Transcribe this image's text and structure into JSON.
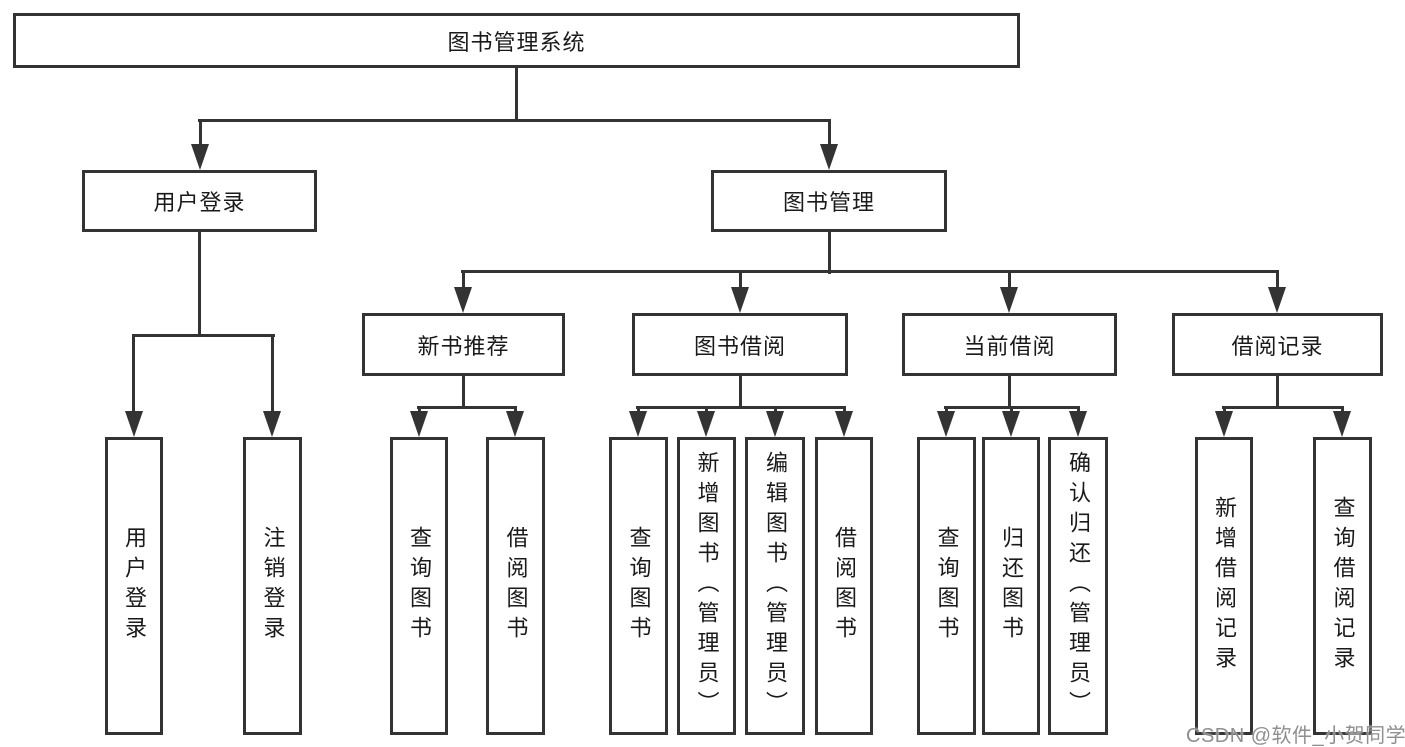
{
  "diagram_type": "hierarchy",
  "tree": {
    "label": "图书管理系统",
    "children": [
      {
        "label": "用户登录",
        "children": [
          {
            "label": "用户登录"
          },
          {
            "label": "注销登录"
          }
        ]
      },
      {
        "label": "图书管理",
        "children": [
          {
            "label": "新书推荐",
            "children": [
              {
                "label": "查询图书"
              },
              {
                "label": "借阅图书"
              }
            ]
          },
          {
            "label": "图书借阅",
            "children": [
              {
                "label": "查询图书"
              },
              {
                "label": "新增图书（管理员）"
              },
              {
                "label": "编辑图书（管理员）"
              },
              {
                "label": "借阅图书"
              }
            ]
          },
          {
            "label": "当前借阅",
            "children": [
              {
                "label": "查询图书"
              },
              {
                "label": "归还图书"
              },
              {
                "label": "确认归还（管理员）"
              }
            ]
          },
          {
            "label": "借阅记录",
            "children": [
              {
                "label": "新增借阅记录"
              },
              {
                "label": "查询借阅记录"
              }
            ]
          }
        ]
      }
    ]
  },
  "watermark": {
    "text": "CSDN @软件_小贺同学"
  },
  "colors": {
    "line": "#333333",
    "text": "#1a1a1a",
    "box_background": "#ffffff",
    "watermark_text": "#8f8f8f"
  }
}
